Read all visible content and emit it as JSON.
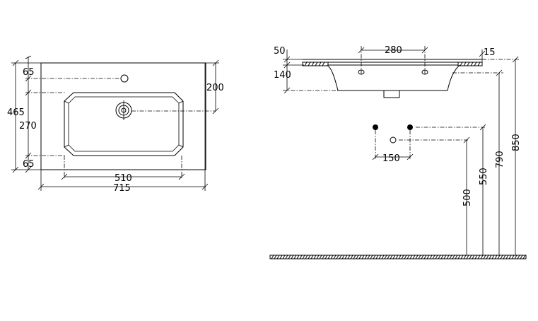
{
  "top_view": {
    "dims": {
      "tap_from_back": "65",
      "overall_depth": "465",
      "bowl_depth": "270",
      "front_margin": "65",
      "drain_from_back": "200",
      "bowl_width": "510",
      "overall_width": "715"
    }
  },
  "side_view": {
    "dims": {
      "top_thickness": "50",
      "bowl_height": "140",
      "hole_spacing": "280",
      "rim": "15",
      "pipe_spacing": "150",
      "drain_height": "500",
      "supply_height": "550",
      "underside_height": "790",
      "top_height": "850"
    }
  }
}
